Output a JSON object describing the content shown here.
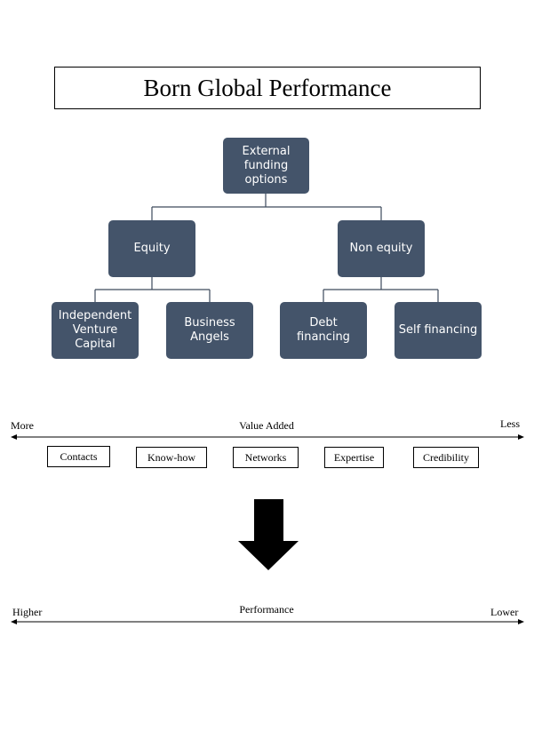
{
  "title": "Born Global Performance",
  "tree": {
    "root": "External funding options",
    "branches": [
      {
        "label": "Equity",
        "children": [
          "Independent Venture Capital",
          "Business Angels"
        ]
      },
      {
        "label": "Non equity",
        "children": [
          "Debt financing",
          "Self financing"
        ]
      }
    ]
  },
  "value_scale": {
    "left": "More",
    "center": "Value Added",
    "right": "Less",
    "factors": [
      "Contacts",
      "Know-how",
      "Networks",
      "Expertise",
      "Credibility"
    ]
  },
  "performance_scale": {
    "left": "Higher",
    "center": "Performance",
    "right": "Lower"
  },
  "colors": {
    "node_fill": "#44546a",
    "node_text": "#ffffff",
    "line": "#3d4a5c"
  }
}
